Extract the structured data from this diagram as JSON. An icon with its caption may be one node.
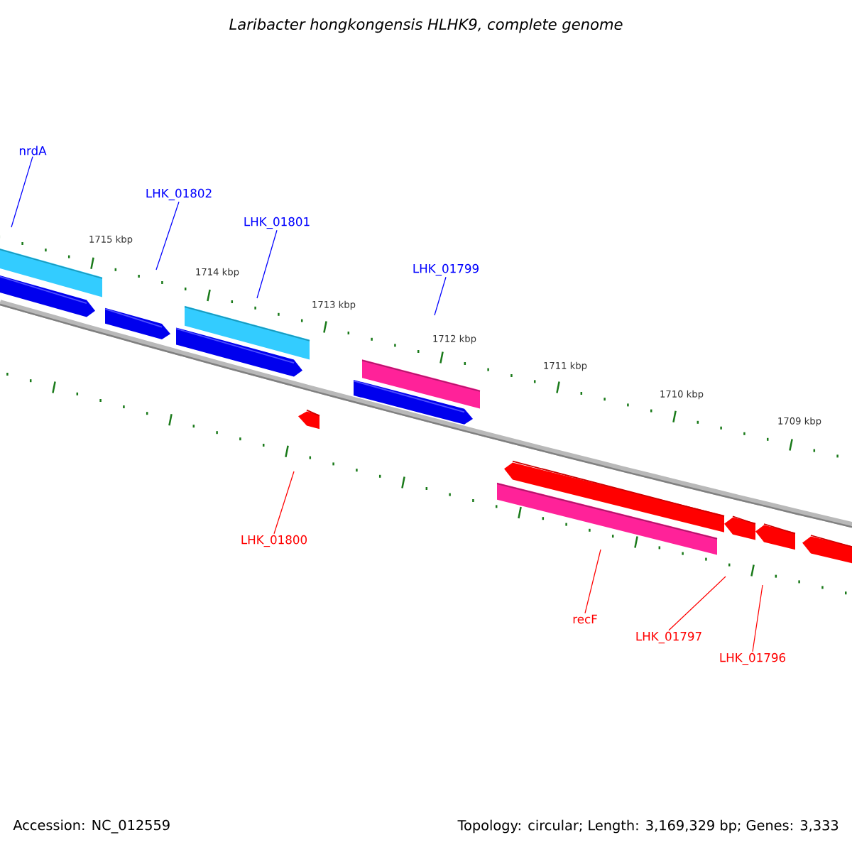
{
  "diagram": {
    "title": "Laribacter hongkongensis HLHK9, complete genome",
    "nodes": [
      {
        "text": [
          "nrdA"
        ]
      },
      {
        "text": [
          "LHK_01802"
        ]
      },
      {
        "text": [
          "LHK_01801"
        ]
      },
      {
        "text": [
          "LHK_01799"
        ]
      },
      {
        "text": [
          "LHK_01800"
        ]
      },
      {
        "text": [
          "recF"
        ]
      },
      {
        "text": [
          "LHK_01797"
        ]
      },
      {
        "text": [
          "LHK_01796"
        ]
      }
    ],
    "edges": [
      {
        "from": 0,
        "to": null,
        "arrow": "none"
      },
      {
        "from": 1,
        "to": null,
        "arrow": "none"
      },
      {
        "from": 2,
        "to": null,
        "arrow": "none"
      },
      {
        "from": 3,
        "to": null,
        "arrow": "none"
      },
      {
        "from": 4,
        "to": null,
        "arrow": "none",
        "color": "#ff0000"
      },
      {
        "from": 5,
        "to": null,
        "arrow": "none",
        "color": "#ff0000"
      },
      {
        "from": 6,
        "to": null,
        "arrow": "none",
        "color": "#ff0000"
      },
      {
        "from": 7,
        "to": null,
        "arrow": "none",
        "color": "#ff0000"
      }
    ],
    "labels": [
      "1715 kbp",
      "1714 kbp",
      "1713 kbp",
      "1712 kbp",
      "1711 kbp",
      "1710 kbp",
      "1709 kbp",
      "Accession: NC_012559",
      "Topology: circular; Length: 3,169,329 bp; Genes: 3,333"
    ]
  }
}
